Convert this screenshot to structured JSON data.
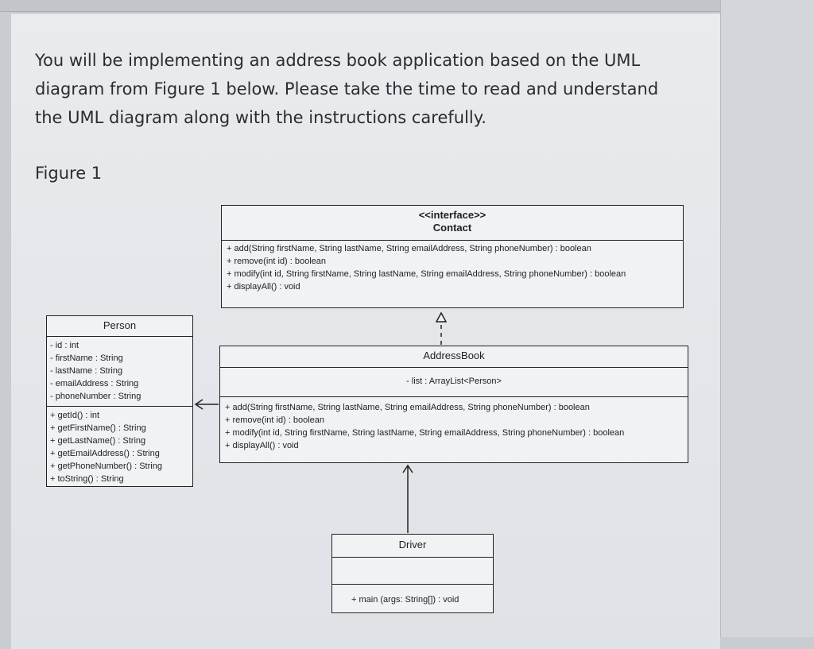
{
  "instructions": {
    "line1": "You will be implementing an address book application based on the UML",
    "line2": "diagram from Figure 1 below.  Please take the time to read and understand",
    "line3": "the UML diagram along with the instructions carefully."
  },
  "figure_label": "Figure 1",
  "contact": {
    "stereotype": "<<interface>>",
    "name": "Contact",
    "operations": [
      "+ add(String firstName, String lastName, String emailAddress, String phoneNumber) : boolean",
      "+ remove(int id) : boolean",
      "+ modify(int id, String firstName, String lastName, String emailAddress, String phoneNumber) : boolean",
      "+ displayAll() : void"
    ]
  },
  "person": {
    "name": "Person",
    "attributes": [
      "- id : int",
      "- firstName : String",
      "- lastName : String",
      "- emailAddress : String",
      "- phoneNumber : String"
    ],
    "operations": [
      "+ getId() : int",
      "+ getFirstName() : String",
      "+ getLastName() : String",
      "+ getEmailAddress() : String",
      "+ getPhoneNumber() : String",
      "+ toString() : String"
    ]
  },
  "addressbook": {
    "name": "AddressBook",
    "attributes": [
      "- list : ArrayList<Person>"
    ],
    "operations": [
      "+ add(String firstName, String lastName, String emailAddress, String phoneNumber) : boolean",
      "+ remove(int id) : boolean",
      "+ modify(int id, String firstName, String lastName, String emailAddress, String phoneNumber) : boolean",
      "+ displayAll() : void"
    ]
  },
  "driver": {
    "name": "Driver",
    "operations": [
      "+ main (args: String[]) : void"
    ]
  }
}
